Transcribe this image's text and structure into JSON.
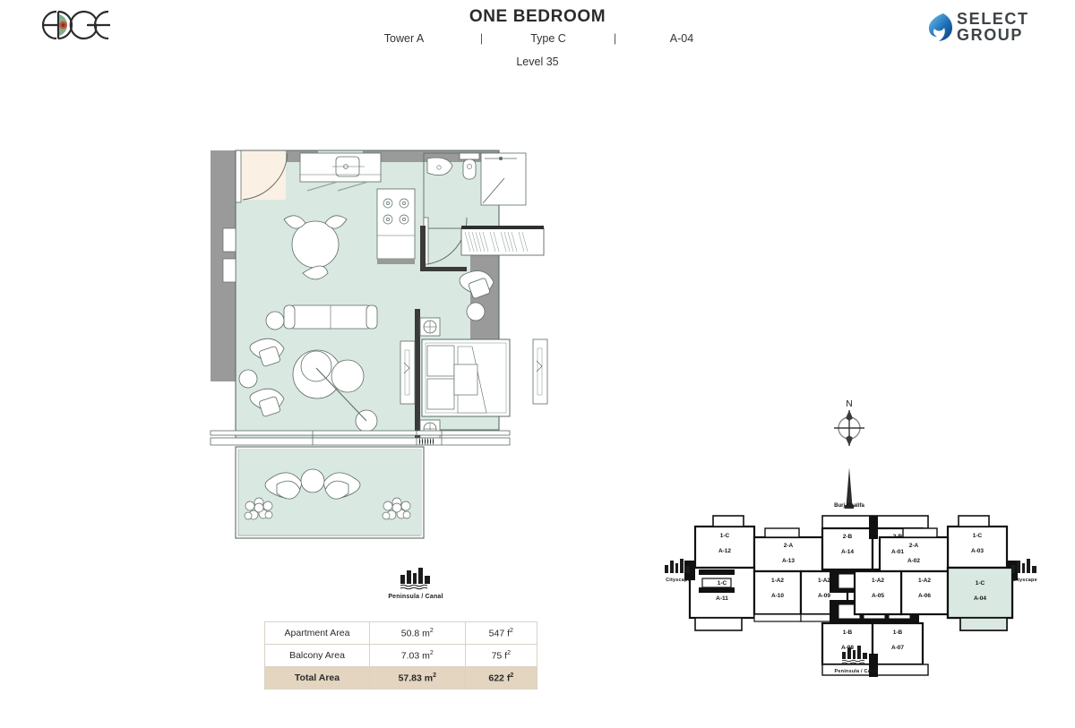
{
  "header": {
    "title": "ONE BEDROOM",
    "tower": "Tower A",
    "sep1": "|",
    "type": "Type C",
    "sep2": "|",
    "unit": "A-04",
    "level": "Level 35",
    "left_logo": "EDGE",
    "right_logo_line1": "SELECT",
    "right_logo_line2": "GROUP"
  },
  "plan": {
    "view_label": "Peninsula / Canal",
    "fill_color": "#d9e8e0",
    "wall_color": "#8c8c8c",
    "line_color": "#5b6b64"
  },
  "area_table": {
    "rows": [
      {
        "label": "Apartment Area",
        "sqm": "50.8",
        "sqm_unit": "m",
        "sqft": "547",
        "sqft_unit": "f"
      },
      {
        "label": "Balcony Area",
        "sqm": "7.03",
        "sqm_unit": "m",
        "sqft": "75",
        "sqft_unit": "f"
      },
      {
        "label": "Total Area",
        "sqm": "57.83",
        "sqm_unit": "m",
        "sqft": "622",
        "sqft_unit": "f"
      }
    ],
    "superscript": "2",
    "total_bg": "#e3d5c0"
  },
  "key_plan": {
    "north_label": "N",
    "burj_label": "Burj Khalifa",
    "peninsula_label": "Peninsula / Canal",
    "cityscape_left": "Cityscape",
    "cityscape_right": "Cityscape",
    "highlight_unit": "A-04",
    "highlight_color": "#d9e8e0",
    "units": [
      {
        "type": "1-C",
        "id": "A-12"
      },
      {
        "type": "2-A",
        "id": "A-13"
      },
      {
        "type": "2-B",
        "id": "A-14"
      },
      {
        "type": "2-B",
        "id": "A-01"
      },
      {
        "type": "2-A",
        "id": "A-02"
      },
      {
        "type": "1-C",
        "id": "A-03"
      },
      {
        "type": "1-C",
        "id": "A-11"
      },
      {
        "type": "1-A2",
        "id": "A-10"
      },
      {
        "type": "1-A2",
        "id": "A-09"
      },
      {
        "type": "1-B",
        "id": "A-08"
      },
      {
        "type": "1-B",
        "id": "A-07"
      },
      {
        "type": "1-A2",
        "id": "A-06"
      },
      {
        "type": "1-A2",
        "id": "A-05"
      },
      {
        "type": "1-C",
        "id": "A-04"
      }
    ]
  }
}
